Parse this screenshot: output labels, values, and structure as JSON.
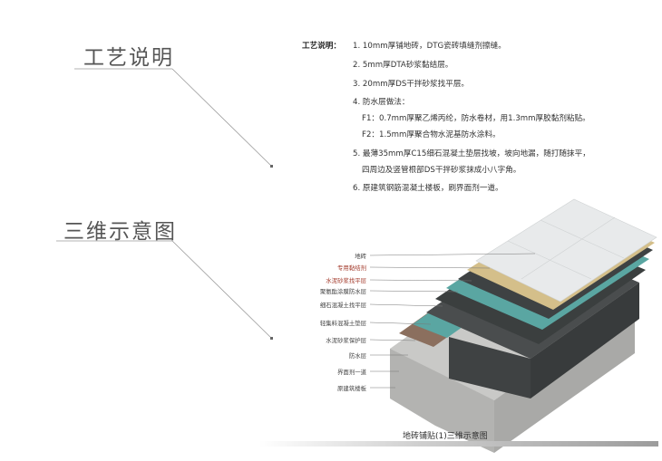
{
  "headings": {
    "process": "工艺说明",
    "diagram3d": "三维示意图"
  },
  "spec": {
    "label": "工艺说明：",
    "items": [
      "1. 10mm厚铺地砖，DTG瓷砖填缝剂擦缝。",
      "2. 5mm厚DTA砂浆黏结层。",
      "3. 20mm厚DS干拌砂浆找平层。",
      "4. 防水层做法：",
      "F1：0.7mm厚聚乙烯丙纶，防水卷材，用1.3mm厚胶黏剂粘贴。",
      "F2：1.5mm厚聚合物水泥基防水涂料。",
      "5. 最薄35mm厚C15细石混凝土垫层找坡，坡向地漏，随打随抹平，",
      "四周边及竖管根部DS干拌砂浆抹成小八字角。",
      "6. 原建筑钢筋混凝土楼板，刷界面剂一道。"
    ]
  },
  "layers": [
    {
      "label": "地砖",
      "red": false
    },
    {
      "label": "专用黏结剂",
      "red": true
    },
    {
      "label": "水泥砂浆找平层",
      "red": true
    },
    {
      "label": "聚氨酯涂膜防水层",
      "red": false
    },
    {
      "label": "细石混凝土找平层",
      "red": false
    },
    {
      "label": "轻集料混凝土垫层",
      "red": false
    },
    {
      "label": "水泥砂浆保护层",
      "red": false
    },
    {
      "label": "防水层",
      "red": false
    },
    {
      "label": "界面剂一道",
      "red": false
    },
    {
      "label": "原建筑楼板",
      "red": false
    }
  ],
  "caption": "地砖铺贴(1)三维示意图",
  "colors": {
    "tile": "#e8eaeb",
    "adhesive": "#d4bf8a",
    "screed": "#3b3f3f",
    "waterproof": "#5aa6a2",
    "concrete": "#4a4d4e",
    "protect": "#8b6f5e",
    "slab": "#bdbdbb"
  }
}
